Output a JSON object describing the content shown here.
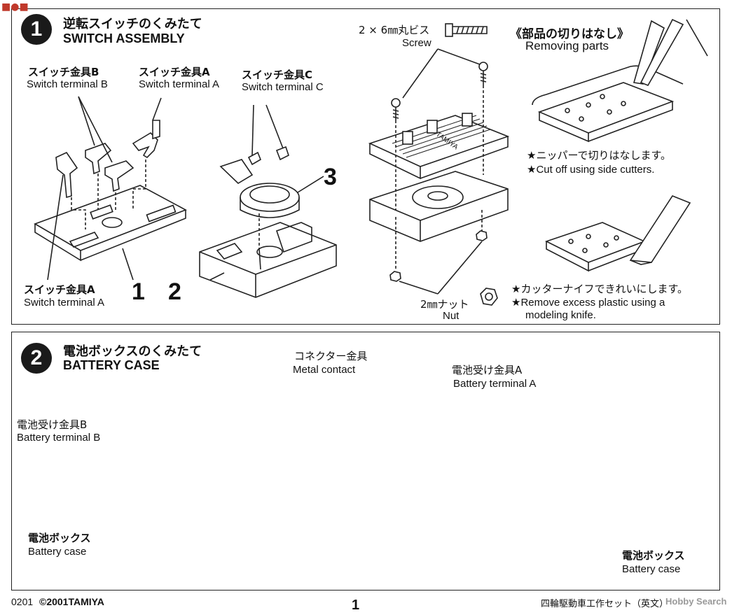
{
  "watermark_logo": "Hobby Search logo",
  "step1": {
    "number": "1",
    "title_jp": "逆転スイッチのくみたて",
    "title_en": "SWITCH ASSEMBLY",
    "terminal_b_jp": "スイッチ金具B",
    "terminal_b_en": "Switch terminal B",
    "terminal_a_top_jp": "スイッチ金具A",
    "terminal_a_top_en": "Switch terminal A",
    "terminal_c_jp": "スイッチ金具C",
    "terminal_c_en": "Switch terminal C",
    "terminal_a_bottom_jp": "スイッチ金具A",
    "terminal_a_bottom_en": "Switch terminal A",
    "part1": "1",
    "part2": "2",
    "part3": "3",
    "screw_jp": "2 × 6㎜丸ビス",
    "screw_en": "Screw",
    "nut_jp": "2㎜ナット",
    "nut_en": "Nut",
    "removing_jp": "《部品の切りはなし》",
    "removing_en": "Removing parts",
    "cut_jp": "★ニッパーで切りはなします。",
    "cut_en": "★Cut off using side cutters.",
    "knife_jp": "★カッターナイフできれいにします。",
    "knife_en_1": "★Remove excess plastic using a",
    "knife_en_2": "modeling knife.",
    "gear_marking": "TAMIYA"
  },
  "step2": {
    "number": "2",
    "title_jp": "電池ボックスのくみたて",
    "title_en": "BATTERY CASE",
    "contact_jp": "コネクター金具",
    "contact_en": "Metal contact",
    "terminal_b_jp": "電池受け金具B",
    "terminal_b_en": "Battery terminal B",
    "case_left_jp": "電池ボックス",
    "case_left_en": "Battery case",
    "terminal_a_jp": "電池受け金具A",
    "terminal_a_en": "Battery terminal A",
    "case_right_jp": "電池ボックス",
    "case_right_en": "Battery case"
  },
  "footer": {
    "code": "0201",
    "copyright": "©2001TAMIYA",
    "page_number": "1",
    "product_jp": "四輪駆動車工作セット（英文）",
    "watermark": "Hobby Search"
  }
}
